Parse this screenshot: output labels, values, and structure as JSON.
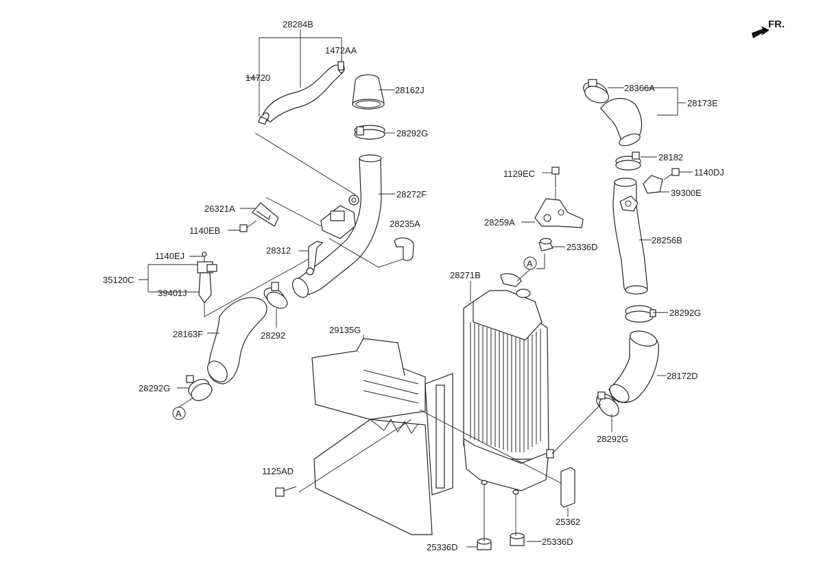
{
  "orientation": {
    "label": "FR.",
    "icon": "forward-arrow-icon"
  },
  "callout_marker": "A",
  "labels": {
    "p28284B": "28284B",
    "p1472AA": "1472AA",
    "p14720": "14720",
    "p28162J": "28162J",
    "p28292G_top": "28292G",
    "p28272F": "28272F",
    "p26321A": "26321A",
    "p1140EB": "1140EB",
    "p28235A": "28235A",
    "p28312": "28312",
    "p1140EJ": "1140EJ",
    "p35120C": "35120C",
    "p39401J": "39401J",
    "p28163F": "28163F",
    "p28292": "28292",
    "p28292G_left": "28292G",
    "p29135G": "29135G",
    "p1125AD": "1125AD",
    "p28366A": "28366A",
    "p28173E": "28173E",
    "p28182": "28182",
    "p1140DJ": "1140DJ",
    "p39300E": "39300E",
    "p28256B": "28256B",
    "p28292G_right": "28292G",
    "p28172D": "28172D",
    "p28292G_bottom": "28292G",
    "p1129EC": "1129EC",
    "p28259A": "28259A",
    "p25336D_top": "25336D",
    "p28271B": "28271B",
    "p25362": "25362",
    "p25336D_bl": "25336D",
    "p25336D_br": "25336D"
  }
}
